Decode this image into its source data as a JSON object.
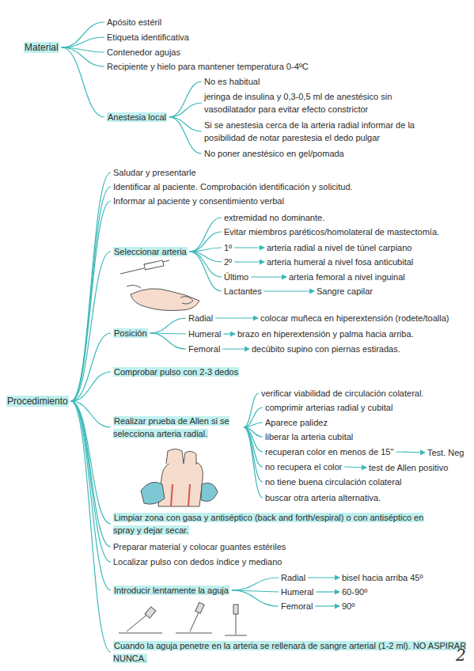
{
  "diagram": {
    "nodes": [
      {
        "text": [
          "Material"
        ]
      },
      {
        "text": [
          "Apósito estéril"
        ]
      },
      {
        "text": [
          "Etiqueta identificativa"
        ]
      },
      {
        "text": [
          "Contenedor agujas"
        ]
      },
      {
        "text": [
          "Recipiente y hielo para mantener temperatura 0-4ºC"
        ]
      },
      {
        "text": [
          "Anestesia local"
        ]
      },
      {
        "text": [
          "No es habitual"
        ]
      },
      {
        "text": [
          "jeringa de insulina y 0,3-0,5 ml de anestésico sin vasodilatador para evitar efecto constrictor"
        ]
      },
      {
        "text": [
          "Si se anestesia cerca de la arteria radial informar de la posibilidad de notar parestesia el dedo pulgar"
        ]
      },
      {
        "text": [
          "No poner anestésico en gel/pomada"
        ]
      },
      {
        "text": [
          "Procedimiento"
        ]
      },
      {
        "text": [
          "Saludar y presentarle"
        ]
      },
      {
        "text": [
          "Identificar al paciente. Comprobación identificación y solicitud."
        ]
      },
      {
        "text": [
          "Informar al paciente y consentimiento verbal"
        ]
      },
      {
        "text": [
          "Seleccionar arteria"
        ]
      },
      {
        "text": [
          "extremidad no dominante."
        ]
      },
      {
        "text": [
          "Evitar miembros paréticos/homolateral de mastectomía."
        ]
      },
      {
        "text": [
          "1º"
        ]
      },
      {
        "text": [
          "arteria radial a nivel de túnel carpiano"
        ]
      },
      {
        "text": [
          "2º"
        ]
      },
      {
        "text": [
          "arteria humeral a nivel fosa anticubital"
        ]
      },
      {
        "text": [
          "Último"
        ]
      },
      {
        "text": [
          "arteria femoral a nivel inguinal"
        ]
      },
      {
        "text": [
          "Lactantes"
        ]
      },
      {
        "text": [
          "Sangre capilar"
        ]
      },
      {
        "text": [
          "Posición"
        ]
      },
      {
        "text": [
          "Radial"
        ]
      },
      {
        "text": [
          "colocar muñeca en hiperextensión (rodete/toalla)"
        ]
      },
      {
        "text": [
          "Humeral"
        ]
      },
      {
        "text": [
          "brazo en hiperextensión y palma hacia arriba."
        ]
      },
      {
        "text": [
          "Femoral"
        ]
      },
      {
        "text": [
          "decúbito supino con piernas estiradas."
        ]
      },
      {
        "text": [
          "Comprobar pulso con 2-3 dedos"
        ]
      },
      {
        "text": [
          "Realizar prueba de Allen si se selecciona arteria radial."
        ]
      },
      {
        "text": [
          "verificar viabilidad de circulación colateral."
        ]
      },
      {
        "text": [
          "comprimir arterias radial y cubital"
        ]
      },
      {
        "text": [
          "Aparece palidez"
        ]
      },
      {
        "text": [
          "liberar la arteria cubital"
        ]
      },
      {
        "text": [
          "recuperan color en menos de 15''"
        ]
      },
      {
        "text": [
          "Test. Neg"
        ]
      },
      {
        "text": [
          "no recupera el color"
        ]
      },
      {
        "text": [
          "test de Allen positivo"
        ]
      },
      {
        "text": [
          "no tiene buena circulación colateral"
        ]
      },
      {
        "text": [
          "buscar otra arteria alternativa."
        ]
      },
      {
        "text": [
          "Limpiar zona con gasa y antiséptico (back and forth/espiral) o con antiséptico en spray y dejar secar."
        ]
      },
      {
        "text": [
          "Preparar material y colocar guantes estériles"
        ]
      },
      {
        "text": [
          "Localizar pulso con dedos índice y mediano"
        ]
      },
      {
        "text": [
          "Introducir lentamente la aguja"
        ]
      },
      {
        "text": [
          "Radial"
        ]
      },
      {
        "text": [
          "bisel hacia arriba 45º"
        ]
      },
      {
        "text": [
          "Humeral"
        ]
      },
      {
        "text": [
          "60-90º"
        ]
      },
      {
        "text": [
          "Femoral"
        ]
      },
      {
        "text": [
          "90º"
        ]
      },
      {
        "text": [
          "Cuando la aguja penetre en la arteria se rellenará de sangre arterial (1-2 ml). NO ASPIRAR NUNCA."
        ]
      }
    ],
    "edges": [
      {
        "from": 0,
        "to": 1,
        "arrow": "none"
      },
      {
        "from": 0,
        "to": 2,
        "arrow": "none"
      },
      {
        "from": 0,
        "to": 3,
        "arrow": "none"
      },
      {
        "from": 0,
        "to": 4,
        "arrow": "none"
      },
      {
        "from": 0,
        "to": 5,
        "arrow": "none"
      },
      {
        "from": 5,
        "to": 6,
        "arrow": "none"
      },
      {
        "from": 5,
        "to": 7,
        "arrow": "none"
      },
      {
        "from": 5,
        "to": 8,
        "arrow": "none"
      },
      {
        "from": 5,
        "to": 9,
        "arrow": "none"
      },
      {
        "from": 10,
        "to": 11,
        "arrow": "none"
      },
      {
        "from": 10,
        "to": 12,
        "arrow": "none"
      },
      {
        "from": 10,
        "to": 13,
        "arrow": "none"
      },
      {
        "from": 10,
        "to": 14,
        "arrow": "none"
      },
      {
        "from": 10,
        "to": 25,
        "arrow": "none"
      },
      {
        "from": 10,
        "to": 32,
        "arrow": "none"
      },
      {
        "from": 10,
        "to": 33,
        "arrow": "none"
      },
      {
        "from": 10,
        "to": 44,
        "arrow": "none"
      },
      {
        "from": 10,
        "to": 45,
        "arrow": "none"
      },
      {
        "from": 10,
        "to": 46,
        "arrow": "none"
      },
      {
        "from": 10,
        "to": 47,
        "arrow": "none"
      },
      {
        "from": 10,
        "to": 54,
        "arrow": "none"
      },
      {
        "from": 14,
        "to": 15,
        "arrow": "none"
      },
      {
        "from": 14,
        "to": 16,
        "arrow": "none"
      },
      {
        "from": 14,
        "to": 17,
        "arrow": "none"
      },
      {
        "from": 14,
        "to": 19,
        "arrow": "none"
      },
      {
        "from": 14,
        "to": 21,
        "arrow": "none"
      },
      {
        "from": 14,
        "to": 23,
        "arrow": "none"
      },
      {
        "from": 17,
        "to": 18,
        "arrow": "to"
      },
      {
        "from": 19,
        "to": 20,
        "arrow": "to"
      },
      {
        "from": 21,
        "to": 22,
        "arrow": "to"
      },
      {
        "from": 23,
        "to": 24,
        "arrow": "to"
      },
      {
        "from": 25,
        "to": 26,
        "arrow": "none"
      },
      {
        "from": 25,
        "to": 28,
        "arrow": "none"
      },
      {
        "from": 25,
        "to": 30,
        "arrow": "none"
      },
      {
        "from": 26,
        "to": 27,
        "arrow": "to"
      },
      {
        "from": 28,
        "to": 29,
        "arrow": "to"
      },
      {
        "from": 30,
        "to": 31,
        "arrow": "to"
      },
      {
        "from": 33,
        "to": 34,
        "arrow": "none"
      },
      {
        "from": 33,
        "to": 35,
        "arrow": "none"
      },
      {
        "from": 33,
        "to": 36,
        "arrow": "none"
      },
      {
        "from": 33,
        "to": 37,
        "arrow": "none"
      },
      {
        "from": 33,
        "to": 38,
        "arrow": "none"
      },
      {
        "from": 33,
        "to": 40,
        "arrow": "none"
      },
      {
        "from": 33,
        "to": 42,
        "arrow": "none"
      },
      {
        "from": 33,
        "to": 43,
        "arrow": "none"
      },
      {
        "from": 38,
        "to": 39,
        "arrow": "to"
      },
      {
        "from": 40,
        "to": 41,
        "arrow": "to"
      },
      {
        "from": 47,
        "to": 48,
        "arrow": "none"
      },
      {
        "from": 47,
        "to": 50,
        "arrow": "none"
      },
      {
        "from": 47,
        "to": 52,
        "arrow": "none"
      },
      {
        "from": 48,
        "to": 49,
        "arrow": "to"
      },
      {
        "from": 50,
        "to": 51,
        "arrow": "to"
      },
      {
        "from": 52,
        "to": 53,
        "arrow": "to"
      }
    ],
    "labels": [
      "2"
    ]
  }
}
